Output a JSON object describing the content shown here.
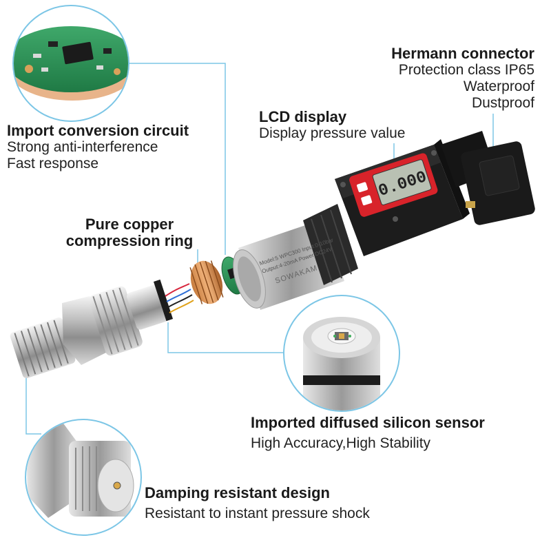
{
  "callouts": {
    "circuit": {
      "title": "Import conversion circuit",
      "lines": [
        "Strong anti-interference",
        "Fast response"
      ]
    },
    "ring": {
      "title_lines": [
        "Pure copper",
        "compression ring"
      ]
    },
    "lcd": {
      "title": "LCD display",
      "lines": [
        "Display pressure value"
      ]
    },
    "connector": {
      "title": "Hermann connector",
      "lines": [
        "Protection class IP65",
        "Waterproof",
        "Dustproof"
      ]
    },
    "sensor": {
      "title": "Imported diffused silicon sensor",
      "lines": [
        "High Accuracy,High Stability"
      ]
    },
    "damping": {
      "title": "Damping resistant design",
      "lines": [
        "Resistant to instant pressure shock"
      ]
    }
  },
  "product": {
    "brand": "SOWAKAM",
    "label_lines": [
      "Model:5 WPC300  Input:0-10bar",
      "Output:4-20mA  Power:DC24V"
    ],
    "lcd_reading": "0.000"
  },
  "colors": {
    "callout_line": "#7cc6e6",
    "lcd_frame": "#d8232a",
    "lcd_screen": "#b9c1b3",
    "body_black": "#1c1c1c"
  }
}
